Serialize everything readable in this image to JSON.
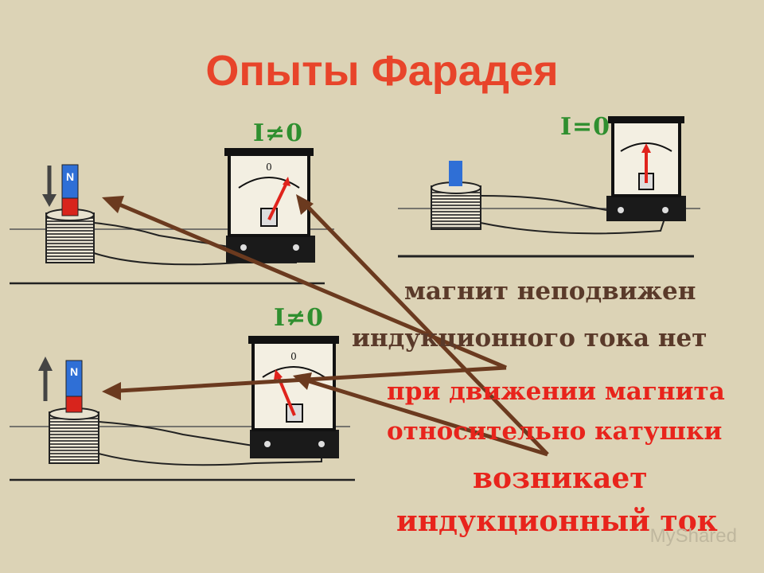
{
  "title": "Опыты Фарадея",
  "colors": {
    "title": "#e8442a",
    "red_text": "#e8241c",
    "dark_text": "#5a3a2a",
    "green": "#2f8f2f",
    "arrow": "#6b3a1f",
    "background": "#dcd3b6"
  },
  "experiments": [
    {
      "current_label": "I≠0",
      "magnet_letter": "N",
      "motion": "down"
    },
    {
      "current_label": "I=0",
      "magnet_letter": "",
      "motion": "none"
    },
    {
      "current_label": "I≠0",
      "magnet_letter": "N",
      "motion": "up"
    }
  ],
  "captions": {
    "magnet_still": "магнит неподвижен",
    "no_current": "индукционного тока нет",
    "when_moving": "при движении магнита",
    "relative_coil": "относительно катушки",
    "arises": "возникает",
    "induced_current": "индукционный ток"
  },
  "watermark": "MyShared"
}
